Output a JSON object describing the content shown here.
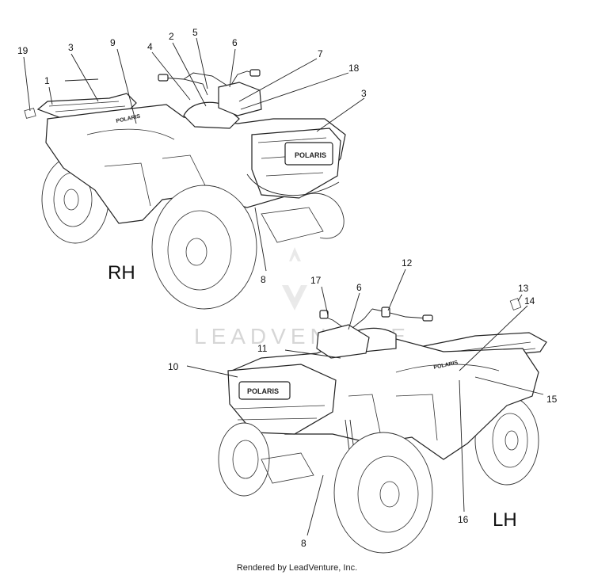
{
  "watermark": "LEADVENTURE",
  "credit": "Rendered by LeadVenture, Inc.",
  "brand_decal": "POLARIS",
  "views": {
    "rh": {
      "label": "RH"
    },
    "lh": {
      "label": "LH"
    }
  },
  "callouts": {
    "rh": [
      "19",
      "3",
      "1",
      "9",
      "4",
      "2",
      "5",
      "6",
      "7",
      "18",
      "3",
      "8"
    ],
    "lh": [
      "17",
      "6",
      "12",
      "13",
      "14",
      "11",
      "10",
      "15",
      "16",
      "8"
    ]
  }
}
